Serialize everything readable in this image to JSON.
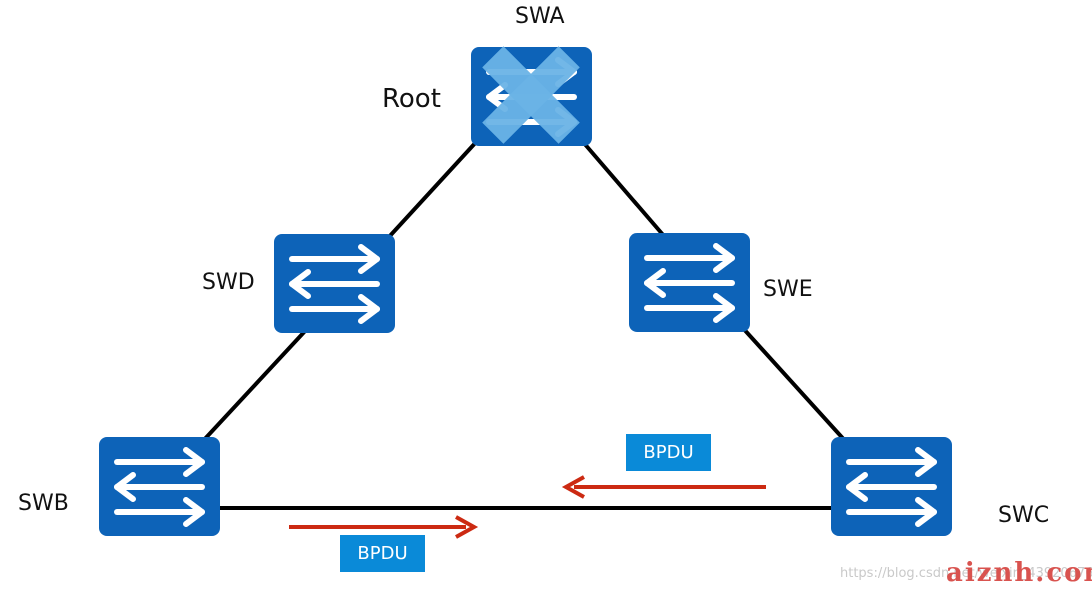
{
  "nodes": {
    "swa": "SWA",
    "swb": "SWB",
    "swc": "SWC",
    "swd": "SWD",
    "swe": "SWE"
  },
  "root_label": "Root",
  "bpdu_labels": [
    "BPDU",
    "BPDU"
  ],
  "colors": {
    "switch_blue": "#0d63b8",
    "failure_cross": "#6ab3e6",
    "link": "#000000",
    "bpdu_arrow": "#cc2a12",
    "bpdu_badge": "#0a8ad8"
  },
  "icons": {
    "switch": "switch-icon",
    "failed": "cross-icon",
    "arrow": "arrow-right-icon"
  },
  "watermark": {
    "url": "https://blog.csdn.net/weixin_43920676",
    "logo": "aiznh.com"
  }
}
